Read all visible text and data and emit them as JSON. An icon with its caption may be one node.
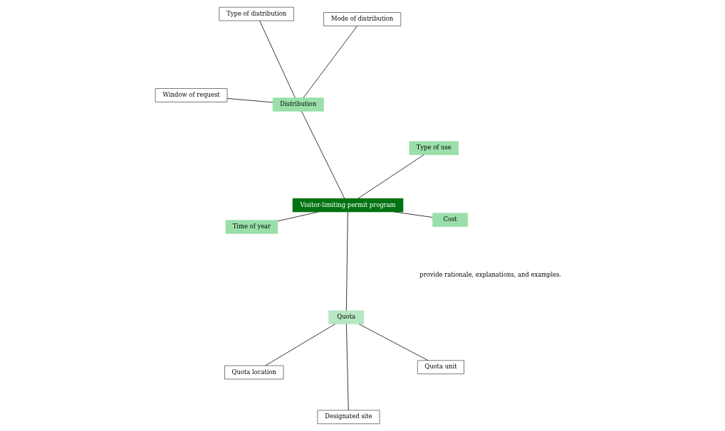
{
  "diagram": {
    "nodes": [
      {
        "text": [
          "Visitor-limiting permit program"
        ]
      },
      {
        "text": [
          "Type of use"
        ]
      },
      {
        "text": [
          "Time of year"
        ]
      },
      {
        "text": [
          "Distribution"
        ]
      },
      {
        "text": [
          "Mode of distribution"
        ]
      },
      {
        "text": [
          "Type of distribution"
        ]
      },
      {
        "text": [
          "Window of request"
        ]
      },
      {
        "text": [
          "Cost"
        ]
      },
      {
        "text": [
          "Quota"
        ]
      },
      {
        "text": [
          "Quota unit"
        ]
      },
      {
        "text": [
          "Designated site"
        ]
      },
      {
        "text": [
          "Quota location"
        ]
      }
    ],
    "edges": [
      {
        "from": 0,
        "to": 1,
        "arrow": "none"
      },
      {
        "from": 0,
        "to": 2,
        "arrow": "none"
      },
      {
        "from": 0,
        "to": 3,
        "arrow": "none"
      },
      {
        "from": 3,
        "to": 4,
        "arrow": "none"
      },
      {
        "from": 3,
        "to": 5,
        "arrow": "none"
      },
      {
        "from": 3,
        "to": 6,
        "arrow": "none"
      },
      {
        "from": 0,
        "to": 7,
        "arrow": "none"
      },
      {
        "from": 0,
        "to": 8,
        "arrow": "none"
      },
      {
        "from": 8,
        "to": 9,
        "arrow": "none"
      },
      {
        "from": 8,
        "to": 10,
        "arrow": "none"
      },
      {
        "from": 8,
        "to": 11,
        "arrow": "none"
      }
    ],
    "labels": [
      "provide rationale, explanations, and examples."
    ]
  }
}
